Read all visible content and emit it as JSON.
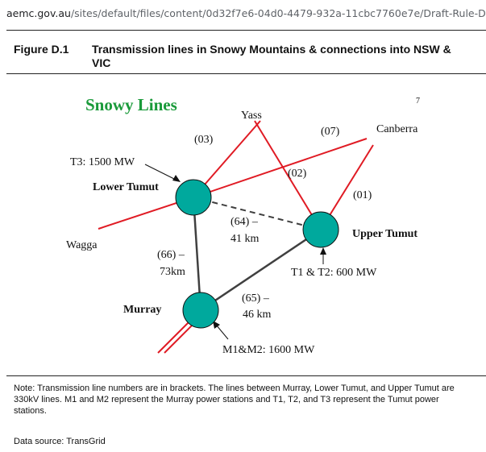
{
  "address_bar": {
    "host": "aemc.gov.au",
    "path": "/sites/default/files/content/0d32f7e6-04d0-4479-932a-11cbc7760e7e/Draft-Rule-De"
  },
  "figure": {
    "number": "Figure D.1",
    "title": "Transmission lines in Snowy Mountains & connections into NSW & VIC"
  },
  "diagram": {
    "heading": "Snowy Lines",
    "page_number": "7",
    "colors": {
      "heading": "#1a9a3a",
      "node": "#00a99d",
      "red_line": "#e01b24",
      "grey_line": "#404040"
    },
    "places": {
      "yass": "Yass",
      "canberra": "Canberra",
      "wagga": "Wagga"
    },
    "line_numbers": {
      "l03": "(03)",
      "l07": "(07)",
      "l02": "(02)",
      "l01": "(01)"
    },
    "nodes": {
      "lower_tumut": "Lower Tumut",
      "upper_tumut": "Upper Tumut",
      "murray": "Murray"
    },
    "capacities": {
      "t3": "T3: 1500 MW",
      "t1_t2": "T1 & T2: 600 MW",
      "m1_m2": "M1&M2: 1600 MW"
    },
    "segments": {
      "s64": {
        "num": "(64) –",
        "dist": "41 km"
      },
      "s66": {
        "num": "(66) –",
        "dist": "73km"
      },
      "s65": {
        "num": "(65) –",
        "dist": "46 km"
      }
    }
  },
  "note": "Note: Transmission line numbers are in brackets. The lines between Murray, Lower Tumut, and Upper Tumut are 330kV lines. M1 and M2 represent the Murray power stations and T1, T2, and T3 represent the Tumut power stations.",
  "source": "Data source: TransGrid"
}
